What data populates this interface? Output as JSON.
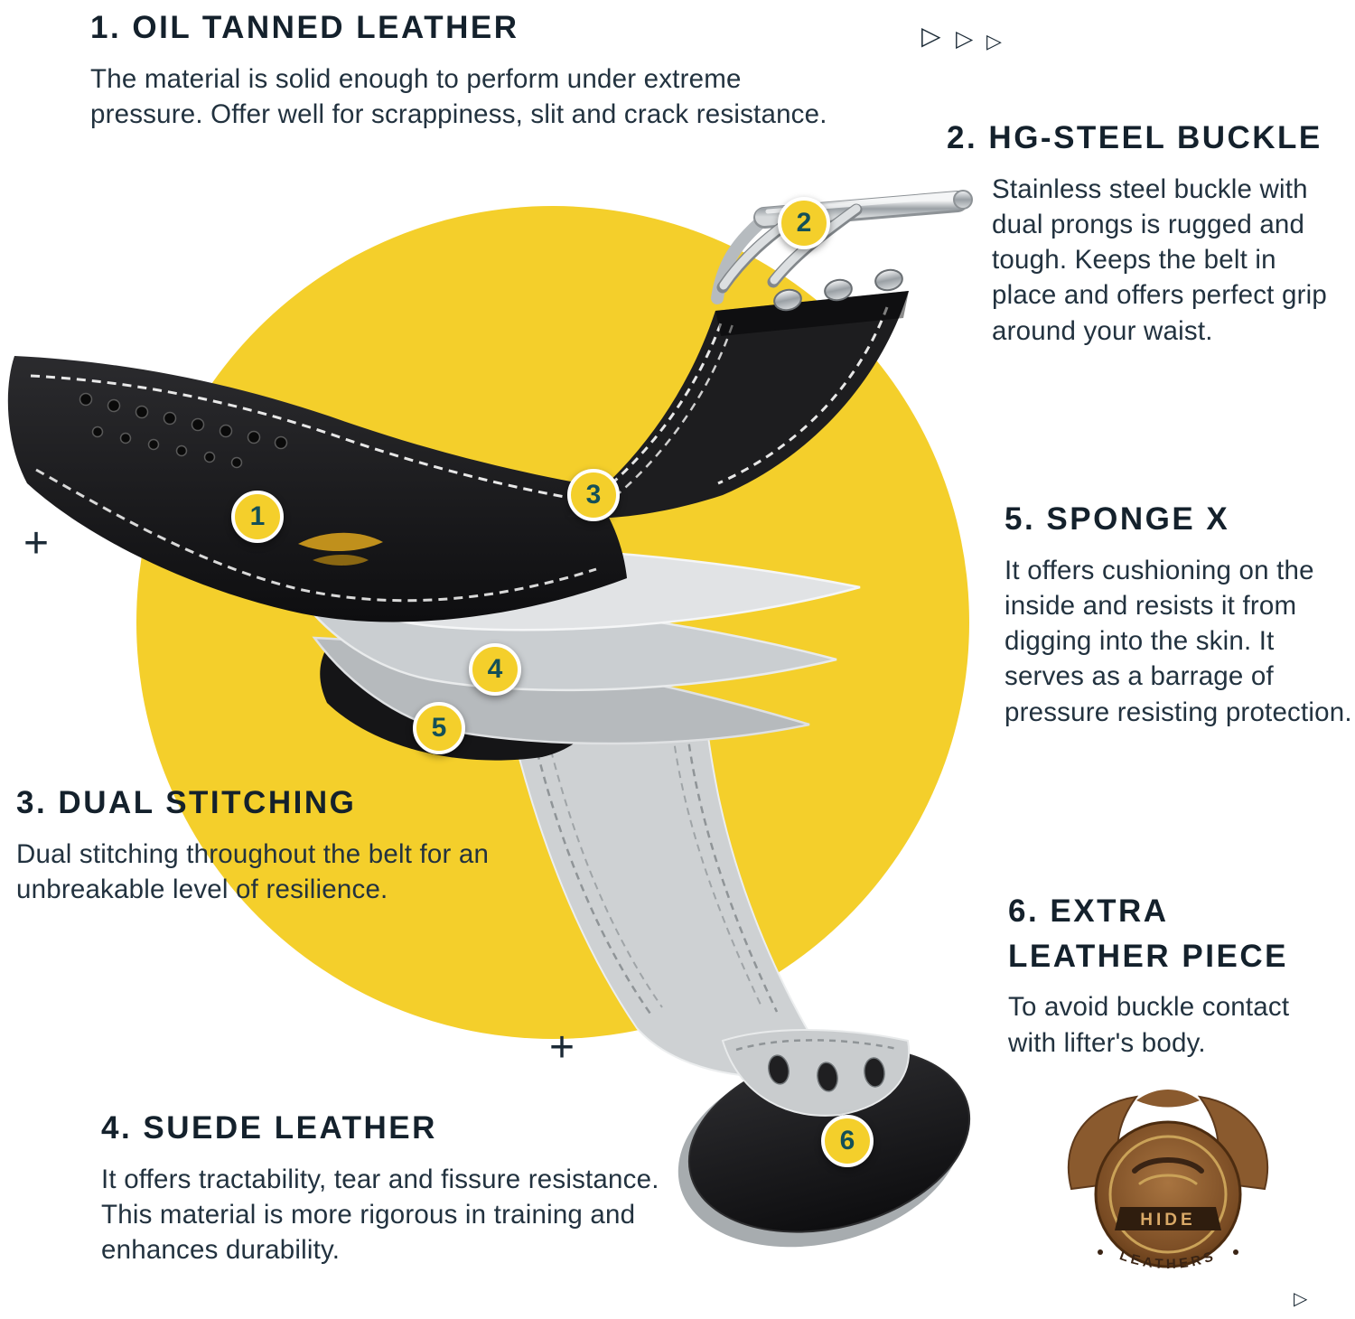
{
  "features": [
    {
      "title": "1. OIL TANNED LEATHER",
      "badge": "1",
      "body": "The material is solid enough to perform under extreme pressure. Offer well for scrappiness, slit and crack resistance."
    },
    {
      "title": "2. HG-STEEL BUCKLE",
      "badge": "2",
      "body": "Stainless steel buckle with dual prongs is rugged and tough. Keeps the belt in place and offers perfect grip around your waist."
    },
    {
      "title": "3. DUAL STITCHING",
      "badge": "3",
      "body": "Dual stitching throughout the belt for an unbreakable level of resilience."
    },
    {
      "title": "4. SUEDE LEATHER",
      "badge": "4",
      "body": "It offers tractability, tear and fissure resistance. This material is more rigorous in training and enhances durability."
    },
    {
      "title": "5. SPONGE X",
      "badge": "5",
      "body": "It offers cushioning on the inside and resists it from digging into the skin. It serves as a barrage of pressure resisting protection."
    },
    {
      "title": "6. EXTRA LEATHER PIECE",
      "badge": "6",
      "body": "To avoid buckle contact with lifter's body."
    }
  ],
  "decorations": {
    "plus": "+",
    "triangle": "▷"
  },
  "logo": {
    "banner": "HIDE",
    "arc_text": "LEATHERS"
  },
  "colors": {
    "background": "#ffffff",
    "accent_yellow": "#F4CF2B",
    "heading_text": "#14212c",
    "body_text": "#22323f",
    "badge_number": "#145058",
    "belt_black": "#1a1a1c",
    "suede_gray": "#c9ccce",
    "logo_brown": "#8a5a2e"
  }
}
